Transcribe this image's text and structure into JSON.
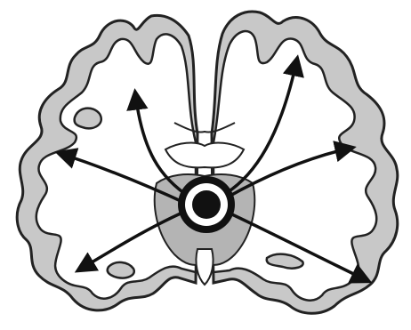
{
  "figure": {
    "kind": "coronal brain section diagram",
    "colors": {
      "background": "#ffffff",
      "cortex_gray_matter": "#c8c8c8",
      "white_matter": "#ffffff",
      "deep_nuclei": "#b4b4b4",
      "outline": "#222222",
      "arrows": "#111111",
      "lesion_ring": "#111111",
      "lesion_core": "#111111"
    },
    "central_lesion": {
      "style": "concentric ring target (black ring, white band, black core)"
    },
    "arrow_count": 6,
    "arrow_directions": [
      "upper-left",
      "upper-right",
      "left",
      "right",
      "lower-left",
      "lower-right"
    ]
  }
}
